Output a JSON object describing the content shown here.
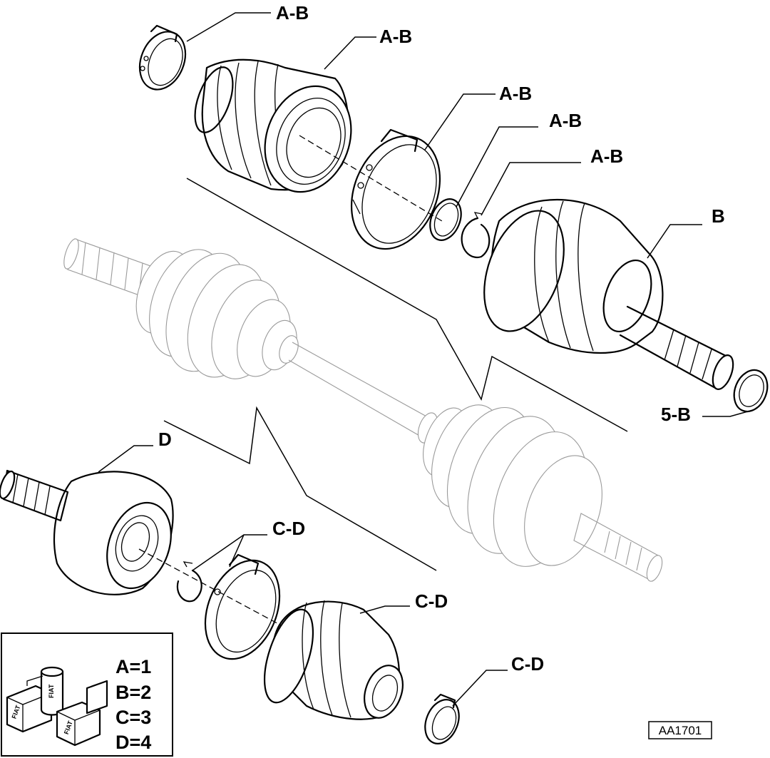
{
  "callouts": [
    {
      "id": "clamp-top-small",
      "label": "A-B"
    },
    {
      "id": "boot-top",
      "label": "A-B"
    },
    {
      "id": "clamp-top-large",
      "label": "A-B"
    },
    {
      "id": "ring-top",
      "label": "A-B"
    },
    {
      "id": "circlip-top",
      "label": "A-B"
    },
    {
      "id": "outer-joint-b",
      "label": "B"
    },
    {
      "id": "seal-ring-b",
      "label": "5-B"
    },
    {
      "id": "inner-joint-d",
      "label": "D"
    },
    {
      "id": "circlip-clamp-bottom",
      "label": "C-D"
    },
    {
      "id": "boot-bottom",
      "label": "C-D"
    },
    {
      "id": "clamp-bottom-small",
      "label": "C-D"
    }
  ],
  "legend": {
    "items": [
      "A=1",
      "B=2",
      "C=3",
      "D=4"
    ],
    "logo_text": "FIAT",
    "icon": "lubricant-containers-icon"
  },
  "reference_code": "AA1701"
}
